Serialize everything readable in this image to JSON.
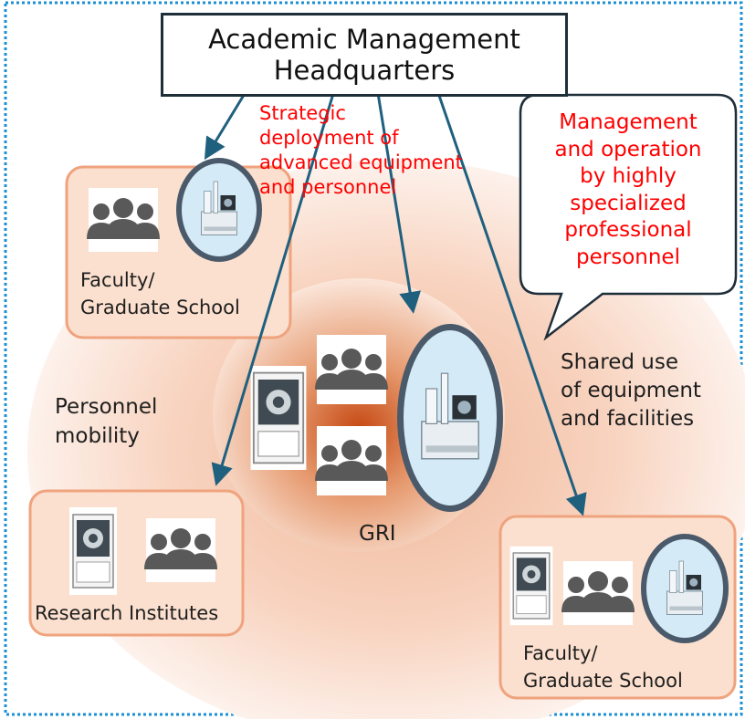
{
  "headquarters": {
    "line1": "Academic Management",
    "line2": "Headquarters"
  },
  "strategic_text": [
    "Strategic",
    "deployment of",
    "advanced equipment",
    "and personnel"
  ],
  "callout_text": [
    "Management",
    "and operation",
    "by highly",
    "specialized",
    "professional",
    "personnel"
  ],
  "personnel_mobility": [
    "Personnel",
    "mobility"
  ],
  "shared_use": [
    "Shared use",
    "of equipment",
    "and facilities"
  ],
  "units": {
    "faculty_top": {
      "line1": "Faculty/",
      "line2": "Graduate School"
    },
    "gri": {
      "label": "GRI"
    },
    "research_institutes": {
      "label": "Research Institutes"
    },
    "faculty_bottom": {
      "line1": "Faculty/",
      "line2": "Graduate School"
    }
  },
  "icons": [
    "people-group-icon",
    "microscope-icon",
    "x-ray-instrument-icon"
  ],
  "colors": {
    "frame_dotted": "#1a8fd6",
    "box_fill": "#fbe0cf",
    "box_border": "#efa37e",
    "arrow": "#20607f",
    "red_text": "#ff0000",
    "people": "#595959",
    "instrument_circle": "#d4ebf7",
    "instrument_ring": "#4a5a6a"
  }
}
